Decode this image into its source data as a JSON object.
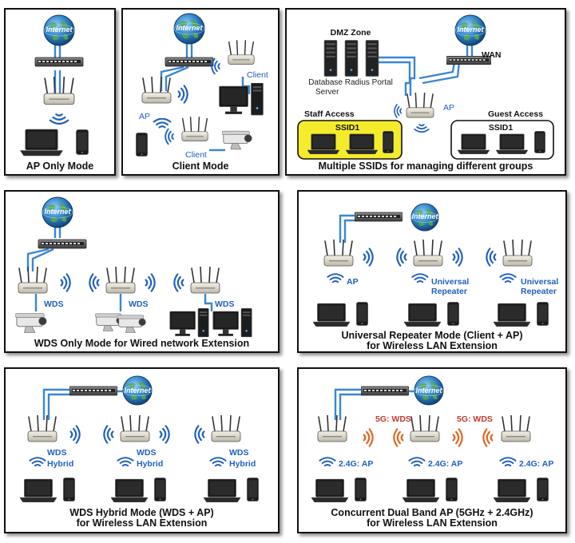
{
  "internet_label": "Internet",
  "panels": {
    "ap_only": {
      "caption": "AP Only Mode"
    },
    "client": {
      "caption": "Client Mode",
      "ap_label": "AP",
      "client_label_1": "Client",
      "client_label_2": "Client"
    },
    "ssid": {
      "caption": "Multiple SSIDs for managing different groups",
      "dmz_label": "DMZ Zone",
      "wan_label": "WAN",
      "servers_label_1": "Database Radius Portal",
      "servers_label_2": "Server",
      "ap_label": "AP",
      "staff_label": "Staff Access",
      "guest_label": "Guest Access",
      "ssid_staff": "SSID1",
      "ssid_guest": "SSID1"
    },
    "wds": {
      "caption": "WDS Only Mode for Wired network Extension",
      "wds_label": "WDS"
    },
    "repeater": {
      "caption_1": "Universal Repeater Mode (Client + AP)",
      "caption_2": "for Wireless LAN Extension",
      "ap_label": "AP",
      "rep_label_1": "Universal",
      "rep_label_2": "Repeater"
    },
    "hybrid": {
      "caption_1": "WDS Hybrid Mode (WDS + AP)",
      "caption_2": "for Wireless LAN Extension",
      "label_1": "WDS",
      "label_2": "Hybrid"
    },
    "dualband": {
      "caption_1": "Concurrent Dual Band AP (5GHz + 2.4GHz)",
      "caption_2": "for Wireless LAN Extension",
      "label_5g": "5G: WDS",
      "label_24g": "2.4G: AP"
    }
  },
  "colors": {
    "cable": "#3a86d4",
    "staff_bg": "#f4ec2a",
    "globe": "#2d7fc2",
    "wave_blue": "#1f5fbf",
    "wave_orange": "#e0641e"
  }
}
